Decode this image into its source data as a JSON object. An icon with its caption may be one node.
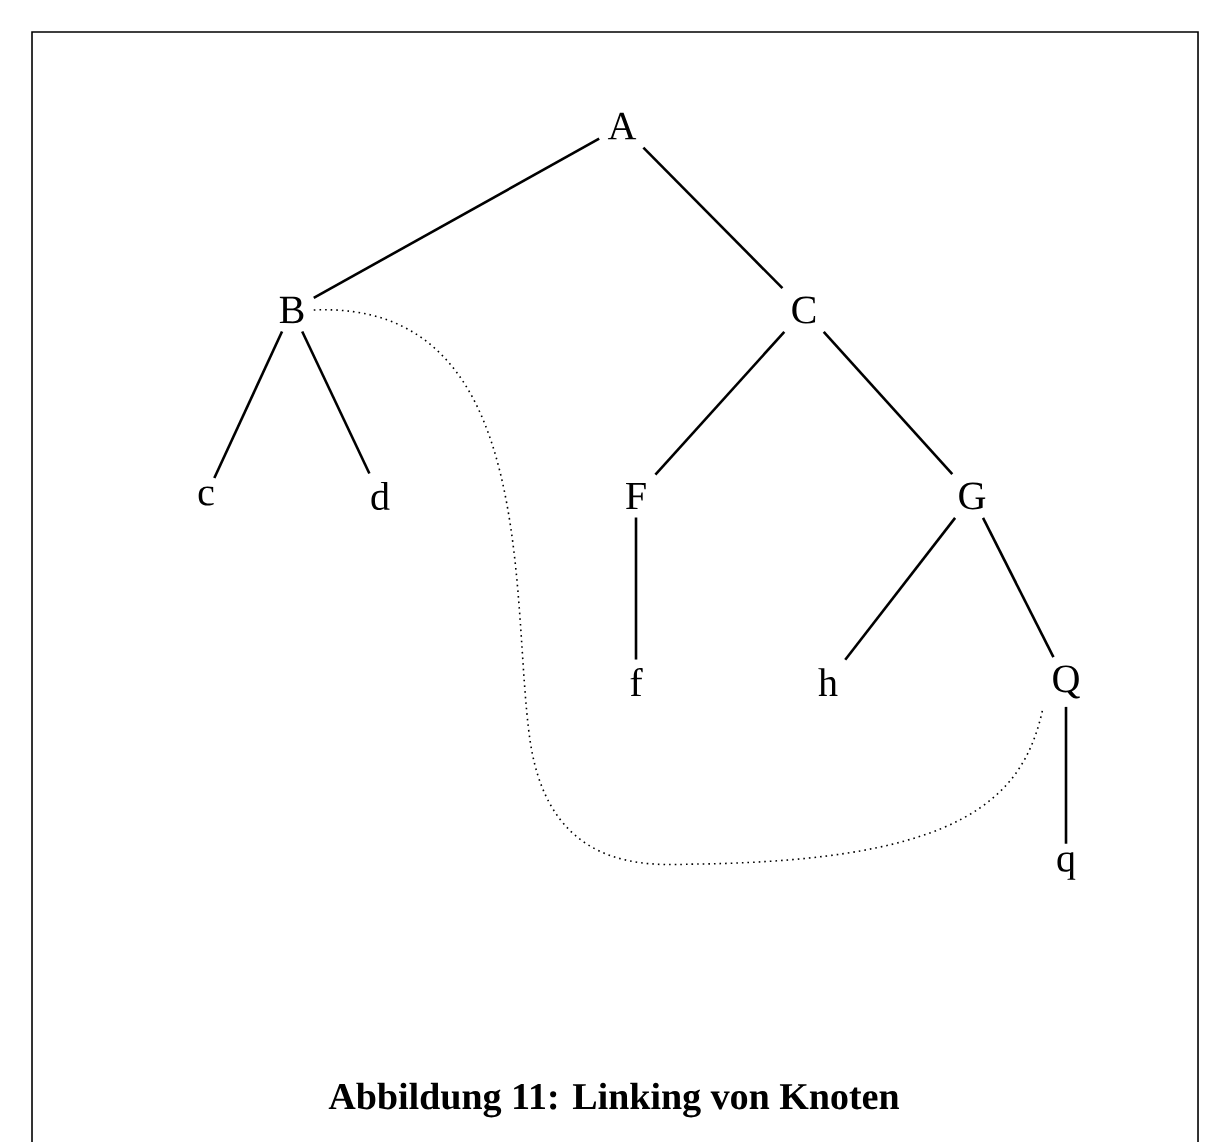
{
  "diagram": {
    "caption": "Abbildung 11:  Linking von Knoten",
    "nodes": [
      {
        "text": [
          "A"
        ]
      },
      {
        "text": [
          "B"
        ]
      },
      {
        "text": [
          "C"
        ]
      },
      {
        "text": [
          "c"
        ]
      },
      {
        "text": [
          "d"
        ]
      },
      {
        "text": [
          "F"
        ]
      },
      {
        "text": [
          "G"
        ]
      },
      {
        "text": [
          "f"
        ]
      },
      {
        "text": [
          "h"
        ]
      },
      {
        "text": [
          "Q"
        ]
      },
      {
        "text": [
          "q"
        ]
      }
    ],
    "edges": [
      {
        "from": 0,
        "to": 1,
        "arrow": "none"
      },
      {
        "from": 0,
        "to": 2,
        "arrow": "none"
      },
      {
        "from": 1,
        "to": 3,
        "arrow": "none"
      },
      {
        "from": 1,
        "to": 4,
        "arrow": "none"
      },
      {
        "from": 2,
        "to": 5,
        "arrow": "none"
      },
      {
        "from": 2,
        "to": 6,
        "arrow": "none"
      },
      {
        "from": 5,
        "to": 7,
        "arrow": "none"
      },
      {
        "from": 6,
        "to": 8,
        "arrow": "none"
      },
      {
        "from": 6,
        "to": 9,
        "arrow": "none"
      },
      {
        "from": 9,
        "to": 10,
        "arrow": "none"
      },
      {
        "from": 1,
        "to": 9,
        "arrow": "none",
        "style": "dashed"
      }
    ]
  }
}
